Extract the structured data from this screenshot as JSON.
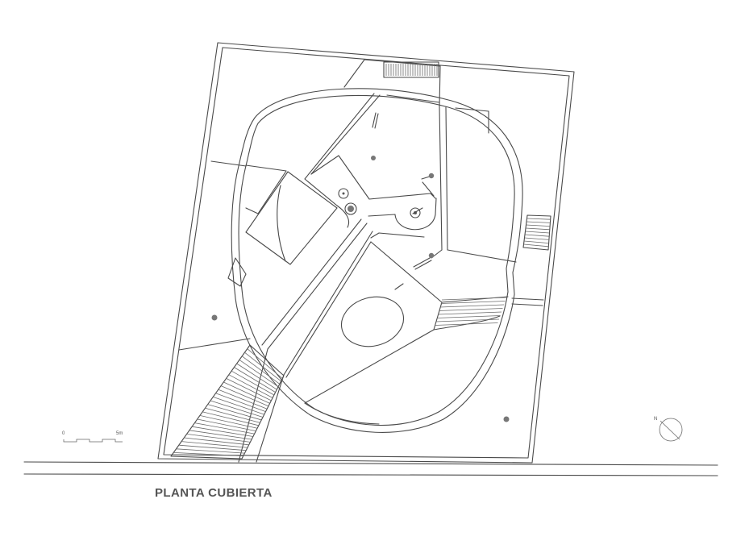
{
  "drawing": {
    "title": "PLANTA CUBIERTA",
    "scale_bar": {
      "start_label": "0",
      "end_label": "5m"
    },
    "north_label": "N"
  },
  "colors": {
    "line": "#4a4a4a",
    "point": "#777777",
    "title": "#555555"
  }
}
